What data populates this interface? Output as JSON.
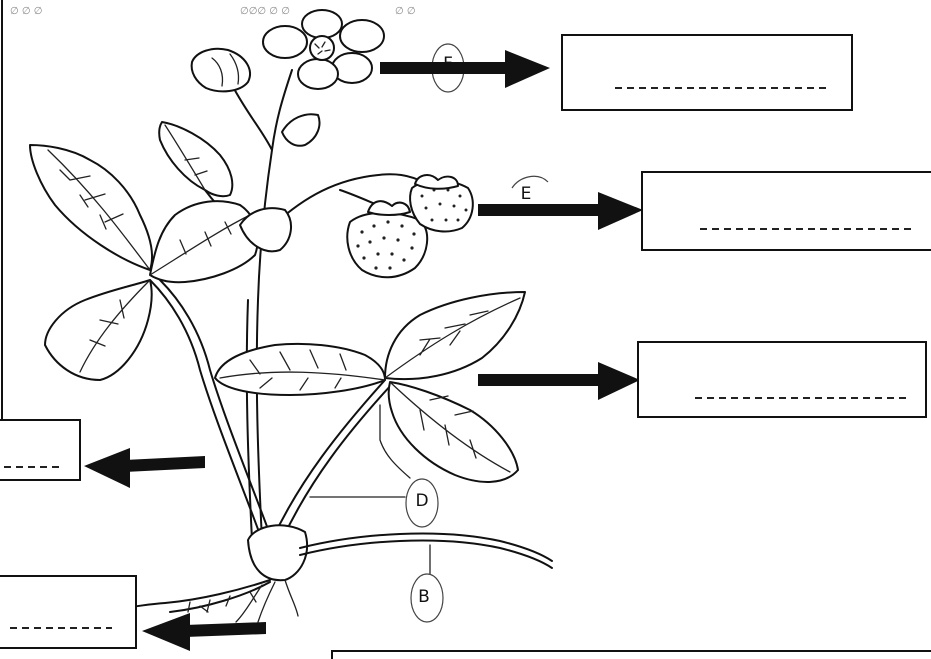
{
  "header_text": [
    "∅ ∅ ∅",
    "∅∅∅ ∅ ∅",
    "∅ ∅"
  ],
  "callouts": {
    "flower": "F",
    "fruit": "E",
    "leaf": "",
    "stem": "D",
    "runner": "B"
  },
  "answer_boxes": [
    {
      "id": "box-flower",
      "value": ""
    },
    {
      "id": "box-fruit",
      "value": ""
    },
    {
      "id": "box-leaf",
      "value": ""
    },
    {
      "id": "box-stem",
      "value": ""
    },
    {
      "id": "box-root",
      "value": ""
    },
    {
      "id": "box-bottom",
      "value": ""
    }
  ]
}
